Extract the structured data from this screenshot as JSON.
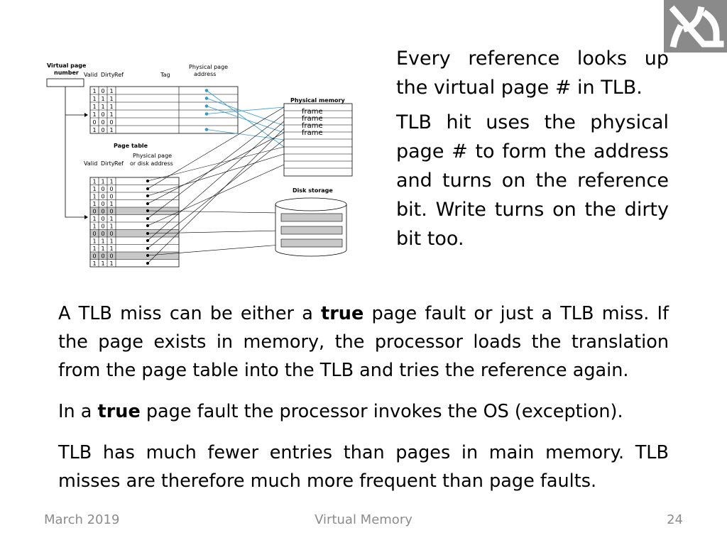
{
  "logo": {
    "icon": "hebrew-monogram-icon",
    "bg_color": "#8a8a8a"
  },
  "diagram": {
    "tlb_headers": {
      "virtual_page_number": [
        "Virtual page",
        "number"
      ],
      "valid": "Valid",
      "dirty": "Dirty",
      "ref": "Ref",
      "tag": "Tag",
      "physical_page_address": [
        "Physical page",
        "address"
      ]
    },
    "tlb_rows": [
      [
        "1",
        "0",
        "1"
      ],
      [
        "1",
        "1",
        "1"
      ],
      [
        "1",
        "1",
        "1"
      ],
      [
        "1",
        "0",
        "1"
      ],
      [
        "0",
        "0",
        "0"
      ],
      [
        "1",
        "0",
        "1"
      ]
    ],
    "physical_memory_title": "Physical memory",
    "frame_label": "frame",
    "page_table_title": "Page table",
    "page_table_headers": {
      "valid": "Valid",
      "dirty": "Dirty",
      "ref": "Ref",
      "physical_or_disk": [
        "Physical page",
        "or disk address"
      ]
    },
    "page_table_rows": [
      [
        "1",
        "1",
        "1"
      ],
      [
        "1",
        "0",
        "0"
      ],
      [
        "1",
        "0",
        "0"
      ],
      [
        "1",
        "0",
        "1"
      ],
      [
        "0",
        "0",
        "0"
      ],
      [
        "1",
        "0",
        "1"
      ],
      [
        "1",
        "0",
        "1"
      ],
      [
        "0",
        "0",
        "0"
      ],
      [
        "1",
        "1",
        "1"
      ],
      [
        "1",
        "1",
        "1"
      ],
      [
        "0",
        "0",
        "0"
      ],
      [
        "1",
        "1",
        "1"
      ]
    ],
    "disk_storage_title": "Disk storage"
  },
  "right_text": {
    "p1": "Every reference looks up the virtual page # in TLB.",
    "p2": "TLB hit uses the physical page # to form the address and turns on the reference bit. Write turns on the dirty bit too."
  },
  "main_text": {
    "p1_before": "A TLB miss can be either a ",
    "p1_bold": "true",
    "p1_after": " page fault or just a TLB miss. If the page exists in memory, the processor loads the translation from the page table into the TLB and tries the reference again.",
    "p2_before": "In a ",
    "p2_bold": "true",
    "p2_after": " page fault the processor invokes the OS (exception).",
    "p3": "TLB has much fewer entries than pages in main memory. TLB misses are therefore much more frequent than page faults."
  },
  "footer": {
    "date": "March 2019",
    "title": "Virtual Memory",
    "page": "24"
  }
}
